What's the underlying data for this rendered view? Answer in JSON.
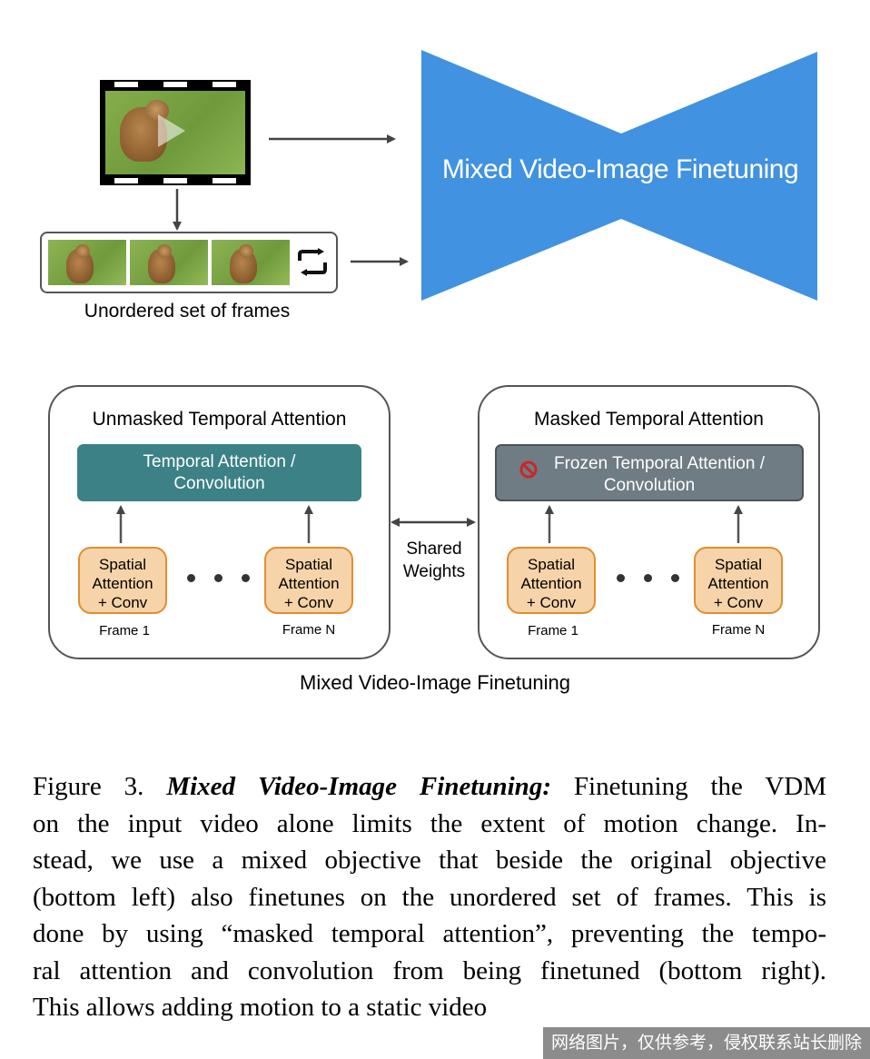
{
  "diagram": {
    "hourglass_label": "Mixed Video-Image Finetuning",
    "frames_label": "Unordered set of frames",
    "left_box": {
      "title": "Unmasked Temporal Attention",
      "bar_label_line1": "Temporal Attention /",
      "bar_label_line2": "Convolution",
      "bar_color": "#3b8185",
      "spatial_line1": "Spatial",
      "spatial_line2": "Attention",
      "spatial_line3": "+ Conv",
      "frame_first": "Frame 1",
      "frame_last": "Frame N"
    },
    "right_box": {
      "title": "Masked Temporal Attention",
      "bar_label_line1": "Frozen Temporal Attention /",
      "bar_label_line2": "Convolution",
      "bar_color": "#6f7c83",
      "spatial_line1": "Spatial",
      "spatial_line2": "Attention",
      "spatial_line3": "+ Conv",
      "frame_first": "Frame 1",
      "frame_last": "Frame N"
    },
    "shared_line1": "Shared",
    "shared_line2": "Weights",
    "bottom_label": "Mixed Video-Image Finetuning",
    "colors": {
      "hourglass": "#4192e0",
      "spatial_fill": "#f6d3a8",
      "spatial_border": "#df8f2f"
    }
  },
  "caption": {
    "figure_number": "Figure 3.",
    "title": "Mixed Video-Image Finetuning:",
    "line1_rest": "Finetuning the VDM",
    "line2": "on the input video alone limits the extent of motion change. In-",
    "line3": "stead, we use a mixed objective that beside the original objective",
    "line4": "(bottom left) also finetunes on the unordered set of frames. This is",
    "line5": "done by using “masked temporal attention”, preventing the tempo-",
    "line6": "ral attention and convolution from being finetuned (bottom right).",
    "line7": "This allows adding motion to a static video"
  },
  "watermark": "网络图片，仅供参考，侵权联系站长删除"
}
